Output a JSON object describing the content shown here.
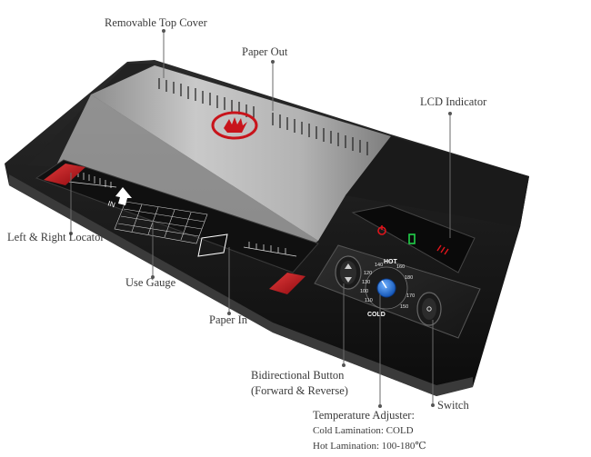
{
  "product": "Laminator",
  "labels": {
    "removable_top_cover": "Removable Top Cover",
    "paper_out": "Paper Out",
    "lcd_indicator": "LCD Indicator",
    "left_right_locator": "Left & Right Locator",
    "use_gauge": "Use Gauge",
    "paper_in": "Paper In",
    "bidirectional_button_line1": "Bidirectional Button",
    "bidirectional_button_line2": "(Forward & Reverse)",
    "switch": "Switch",
    "temperature_adjuster": "Temperature Adjuster:",
    "cold_lamination": "Cold Lamination: COLD",
    "hot_lamination": "Hot Lamination: 100-180℃"
  },
  "device_markings": {
    "hot": "HOT",
    "cold": "COLD",
    "in": "IN",
    "dial_ticks": [
      "100",
      "120",
      "140",
      "160",
      "180",
      "170",
      "150",
      "130",
      "110"
    ]
  },
  "colors": {
    "body": "#1c1c1c",
    "cover": "#a8a8a8",
    "accent_red": "#c8141b",
    "knob_blue": "#1e6fd6",
    "led_green": "#22d04a",
    "text": "#3a3a3a"
  },
  "icons": [
    "hand-logo-icon",
    "arrow-up-icon",
    "paper-sheet-icon",
    "power-icon"
  ]
}
